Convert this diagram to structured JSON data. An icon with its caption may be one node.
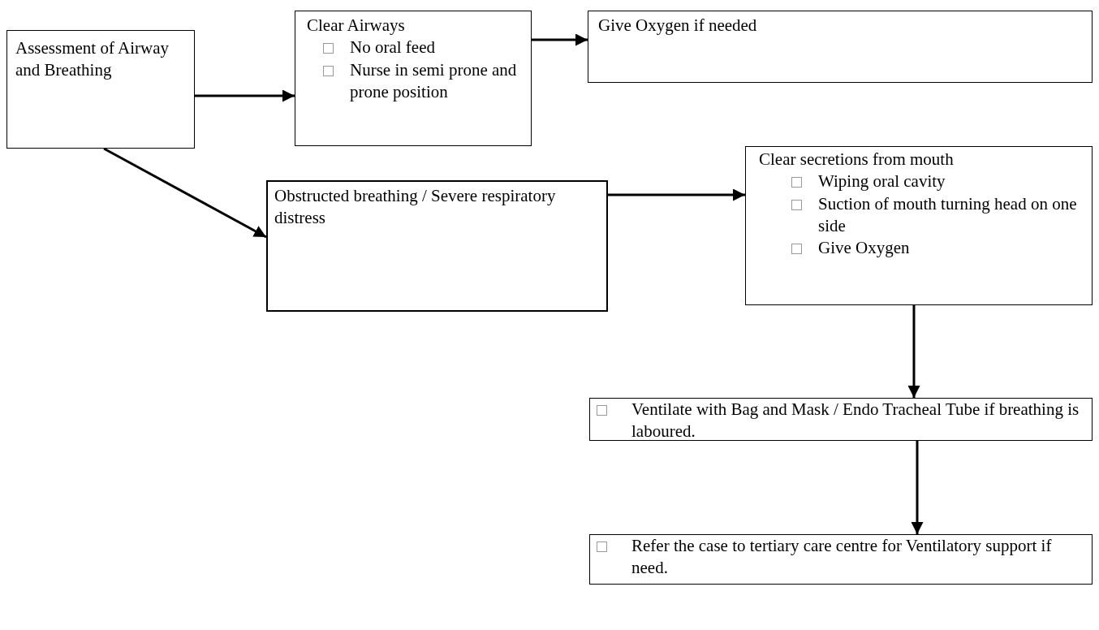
{
  "diagram": {
    "nodes": [
      {
        "text": [
          "Assessment of Airway and Breathing"
        ]
      },
      {
        "text": [
          "Clear Airways",
          "No oral feed",
          "Nurse in semi prone and prone position"
        ]
      },
      {
        "text": [
          "Give Oxygen if needed"
        ]
      },
      {
        "text": [
          "Obstructed breathing / Severe respiratory distress"
        ]
      },
      {
        "text": [
          "Clear secretions from mouth",
          "Wiping oral cavity",
          "Suction of mouth turning head on one side",
          "Give Oxygen"
        ]
      },
      {
        "text": [
          "Ventilate with Bag and Mask / Endo Tracheal Tube if breathing is laboured."
        ]
      },
      {
        "text": [
          "Refer the case to tertiary care centre for Ventilatory support if need."
        ]
      }
    ],
    "edges": [
      {
        "from": 0,
        "to": 1,
        "arrow": "to"
      },
      {
        "from": 1,
        "to": 2,
        "arrow": "to"
      },
      {
        "from": 0,
        "to": 3,
        "arrow": "to"
      },
      {
        "from": 3,
        "to": 4,
        "arrow": "to"
      },
      {
        "from": 4,
        "to": 5,
        "arrow": "to"
      },
      {
        "from": 5,
        "to": 6,
        "arrow": "to"
      }
    ]
  }
}
